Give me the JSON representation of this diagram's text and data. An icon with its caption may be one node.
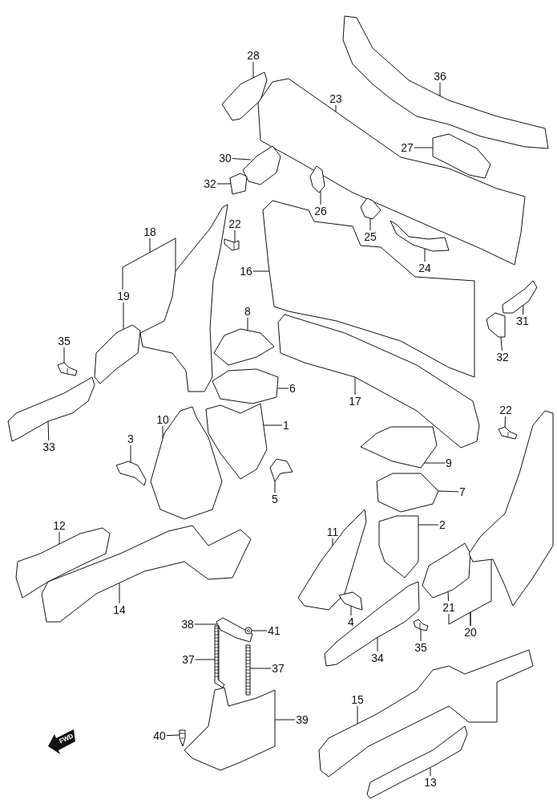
{
  "diagram": {
    "nodes": [
      {
        "text": [
          "28"
        ]
      },
      {
        "text": [],
        "shape": "picture"
      },
      {
        "text": [
          "36"
        ]
      },
      {
        "text": [],
        "shape": "picture"
      },
      {
        "text": [
          "23"
        ]
      },
      {
        "text": [],
        "shape": "picture"
      },
      {
        "text": [
          "27"
        ]
      },
      {
        "text": [],
        "shape": "picture"
      },
      {
        "text": [
          "30"
        ]
      },
      {
        "text": [],
        "shape": "picture"
      },
      {
        "text": [
          "32"
        ]
      },
      {
        "text": [],
        "shape": "picture"
      },
      {
        "text": [
          "26"
        ]
      },
      {
        "text": [],
        "shape": "picture"
      },
      {
        "text": [
          "22"
        ]
      },
      {
        "text": [],
        "shape": "picture"
      },
      {
        "text": [
          "18"
        ]
      },
      {
        "text": [],
        "shape": "picture"
      },
      {
        "text": [
          "25"
        ]
      },
      {
        "text": [],
        "shape": "picture"
      },
      {
        "text": [
          "24"
        ]
      },
      {
        "text": [],
        "shape": "picture"
      },
      {
        "text": [
          "16"
        ]
      },
      {
        "text": [],
        "shape": "picture"
      },
      {
        "text": [
          "19"
        ]
      },
      {
        "text": [],
        "shape": "picture"
      },
      {
        "text": [
          "8"
        ]
      },
      {
        "text": [],
        "shape": "picture"
      },
      {
        "text": [
          "31"
        ]
      },
      {
        "text": [],
        "shape": "picture"
      },
      {
        "text": [
          "35"
        ]
      },
      {
        "text": [],
        "shape": "picture"
      },
      {
        "text": [
          "32"
        ]
      },
      {
        "text": [],
        "shape": "picture"
      },
      {
        "text": [
          "6"
        ]
      },
      {
        "text": [],
        "shape": "picture"
      },
      {
        "text": [
          "17"
        ]
      },
      {
        "text": [],
        "shape": "picture"
      },
      {
        "text": [
          "22"
        ]
      },
      {
        "text": [],
        "shape": "picture"
      },
      {
        "text": [
          "10"
        ]
      },
      {
        "text": [],
        "shape": "picture"
      },
      {
        "text": [
          "1"
        ]
      },
      {
        "text": [],
        "shape": "picture"
      },
      {
        "text": [
          "3"
        ]
      },
      {
        "text": [],
        "shape": "picture"
      },
      {
        "text": [
          "33"
        ]
      },
      {
        "text": [],
        "shape": "picture"
      },
      {
        "text": [
          "9"
        ]
      },
      {
        "text": [],
        "shape": "picture"
      },
      {
        "text": [
          "7"
        ]
      },
      {
        "text": [],
        "shape": "picture"
      },
      {
        "text": [
          "5"
        ]
      },
      {
        "text": [],
        "shape": "picture"
      },
      {
        "text": [
          "2"
        ]
      },
      {
        "text": [],
        "shape": "picture"
      },
      {
        "text": [
          "12"
        ]
      },
      {
        "text": [],
        "shape": "picture"
      },
      {
        "text": [
          "11"
        ]
      },
      {
        "text": [],
        "shape": "picture"
      },
      {
        "text": [
          "21"
        ]
      },
      {
        "text": [],
        "shape": "picture"
      },
      {
        "text": [
          "14"
        ]
      },
      {
        "text": [],
        "shape": "picture"
      },
      {
        "text": [
          "4"
        ]
      },
      {
        "text": [],
        "shape": "picture"
      },
      {
        "text": [
          "38"
        ]
      },
      {
        "text": [],
        "shape": "picture"
      },
      {
        "text": [
          "41"
        ]
      },
      {
        "text": [],
        "shape": "picture"
      },
      {
        "text": [
          "20"
        ]
      },
      {
        "text": [],
        "shape": "picture"
      },
      {
        "text": [
          "35"
        ]
      },
      {
        "text": [],
        "shape": "picture"
      },
      {
        "text": [
          "34"
        ]
      },
      {
        "text": [],
        "shape": "picture"
      },
      {
        "text": [
          "37"
        ]
      },
      {
        "text": [],
        "shape": "picture"
      },
      {
        "text": [
          "37"
        ]
      },
      {
        "text": [],
        "shape": "picture"
      },
      {
        "text": [
          "15"
        ]
      },
      {
        "text": [],
        "shape": "picture"
      },
      {
        "text": [
          "39"
        ]
      },
      {
        "text": [],
        "shape": "picture"
      },
      {
        "text": [
          "40"
        ]
      },
      {
        "text": [],
        "shape": "picture"
      },
      {
        "text": [
          "13"
        ]
      },
      {
        "text": [],
        "shape": "picture"
      }
    ],
    "edges": [
      {
        "from": 0,
        "to": 1,
        "arrow": "none"
      },
      {
        "from": 2,
        "to": 3,
        "arrow": "none"
      },
      {
        "from": 4,
        "to": 5,
        "arrow": "none"
      },
      {
        "from": 6,
        "to": 7,
        "arrow": "none"
      },
      {
        "from": 8,
        "to": 9,
        "arrow": "none"
      },
      {
        "from": 10,
        "to": 11,
        "arrow": "none"
      },
      {
        "from": 12,
        "to": 13,
        "arrow": "none"
      },
      {
        "from": 14,
        "to": 15,
        "arrow": "none"
      },
      {
        "from": 16,
        "to": 17,
        "arrow": "none"
      },
      {
        "from": 18,
        "to": 19,
        "arrow": "none"
      },
      {
        "from": 20,
        "to": 21,
        "arrow": "none"
      },
      {
        "from": 22,
        "to": 23,
        "arrow": "none"
      },
      {
        "from": 24,
        "to": 25,
        "arrow": "none"
      },
      {
        "from": 26,
        "to": 27,
        "arrow": "none"
      },
      {
        "from": 28,
        "to": 29,
        "arrow": "none"
      },
      {
        "from": 30,
        "to": 31,
        "arrow": "none"
      },
      {
        "from": 32,
        "to": 33,
        "arrow": "none"
      },
      {
        "from": 34,
        "to": 35,
        "arrow": "none"
      },
      {
        "from": 36,
        "to": 37,
        "arrow": "none"
      },
      {
        "from": 38,
        "to": 39,
        "arrow": "none"
      },
      {
        "from": 40,
        "to": 41,
        "arrow": "none"
      },
      {
        "from": 42,
        "to": 43,
        "arrow": "none"
      },
      {
        "from": 44,
        "to": 45,
        "arrow": "none"
      },
      {
        "from": 46,
        "to": 47,
        "arrow": "none"
      },
      {
        "from": 48,
        "to": 49,
        "arrow": "none"
      },
      {
        "from": 50,
        "to": 51,
        "arrow": "none"
      },
      {
        "from": 52,
        "to": 53,
        "arrow": "none"
      },
      {
        "from": 54,
        "to": 55,
        "arrow": "none"
      },
      {
        "from": 56,
        "to": 57,
        "arrow": "none"
      },
      {
        "from": 58,
        "to": 59,
        "arrow": "none"
      },
      {
        "from": 60,
        "to": 61,
        "arrow": "none"
      },
      {
        "from": 62,
        "to": 63,
        "arrow": "none"
      },
      {
        "from": 64,
        "to": 65,
        "arrow": "none"
      },
      {
        "from": 66,
        "to": 67,
        "arrow": "none"
      },
      {
        "from": 68,
        "to": 69,
        "arrow": "none"
      },
      {
        "from": 70,
        "to": 71,
        "arrow": "none"
      },
      {
        "from": 72,
        "to": 73,
        "arrow": "none"
      },
      {
        "from": 74,
        "to": 75,
        "arrow": "none"
      },
      {
        "from": 76,
        "to": 77,
        "arrow": "none"
      },
      {
        "from": 78,
        "to": 79,
        "arrow": "none"
      },
      {
        "from": 80,
        "to": 81,
        "arrow": "none"
      },
      {
        "from": 82,
        "to": 83,
        "arrow": "none"
      },
      {
        "from": 84,
        "to": 85,
        "arrow": "none"
      },
      {
        "from": 86,
        "to": 87,
        "arrow": "none"
      },
      {
        "from": 70,
        "to": 60,
        "arrow": "none"
      }
    ],
    "labels": [
      "FWD"
    ]
  }
}
